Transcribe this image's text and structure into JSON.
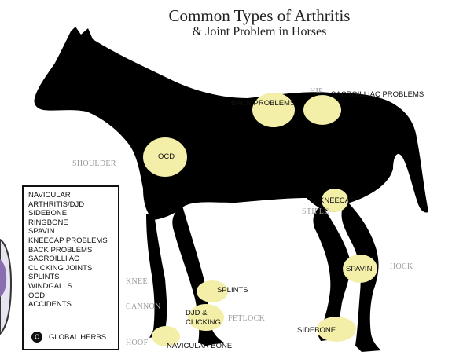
{
  "title": {
    "line1": "Common Types of Arthritis",
    "line2": "& Joint Problem in Horses"
  },
  "colors": {
    "horse": "#000000",
    "spot": "#f4efa8",
    "grey_text": "#9a9a9a",
    "edge_graphic": "#8a6fb0"
  },
  "region_labels": {
    "shoulder": "SHOULDER",
    "hip": "HIP",
    "stifle": "STIFLE",
    "hock": "HOCK",
    "knee": "KNEE",
    "cannon": "CANNON",
    "fetlock": "FETLOCK",
    "hoof": "HOOF"
  },
  "problem_labels": {
    "back_problems": "BACK PROBLEMS",
    "sacroiliac": "SACROILLIAC PROBLEMS",
    "ocd": "OCD",
    "kneecap": "KNEECAP",
    "spavin": "SPAVIN",
    "splints": "SPLINTS",
    "djd_line1": "DJD &",
    "djd_line2": "CLICKING",
    "sidebone": "SIDEBONE",
    "navicular_bone": "NAVICULAR BONE"
  },
  "legend": {
    "items": [
      "NAVICULAR",
      "ARTHRITIS/DJD",
      "SIDEBONE",
      "RINGBONE",
      "SPAVIN",
      "KNEECAP PROBLEMS",
      "BACK PROBLEMS",
      "SACROILLI AC",
      "CLICKING JOINTS",
      "SPLINTS",
      "WINDGALLS",
      "OCD",
      "ACCIDENTS"
    ],
    "brand_logo_letter": "C",
    "brand": "GLOBAL HERBS"
  }
}
